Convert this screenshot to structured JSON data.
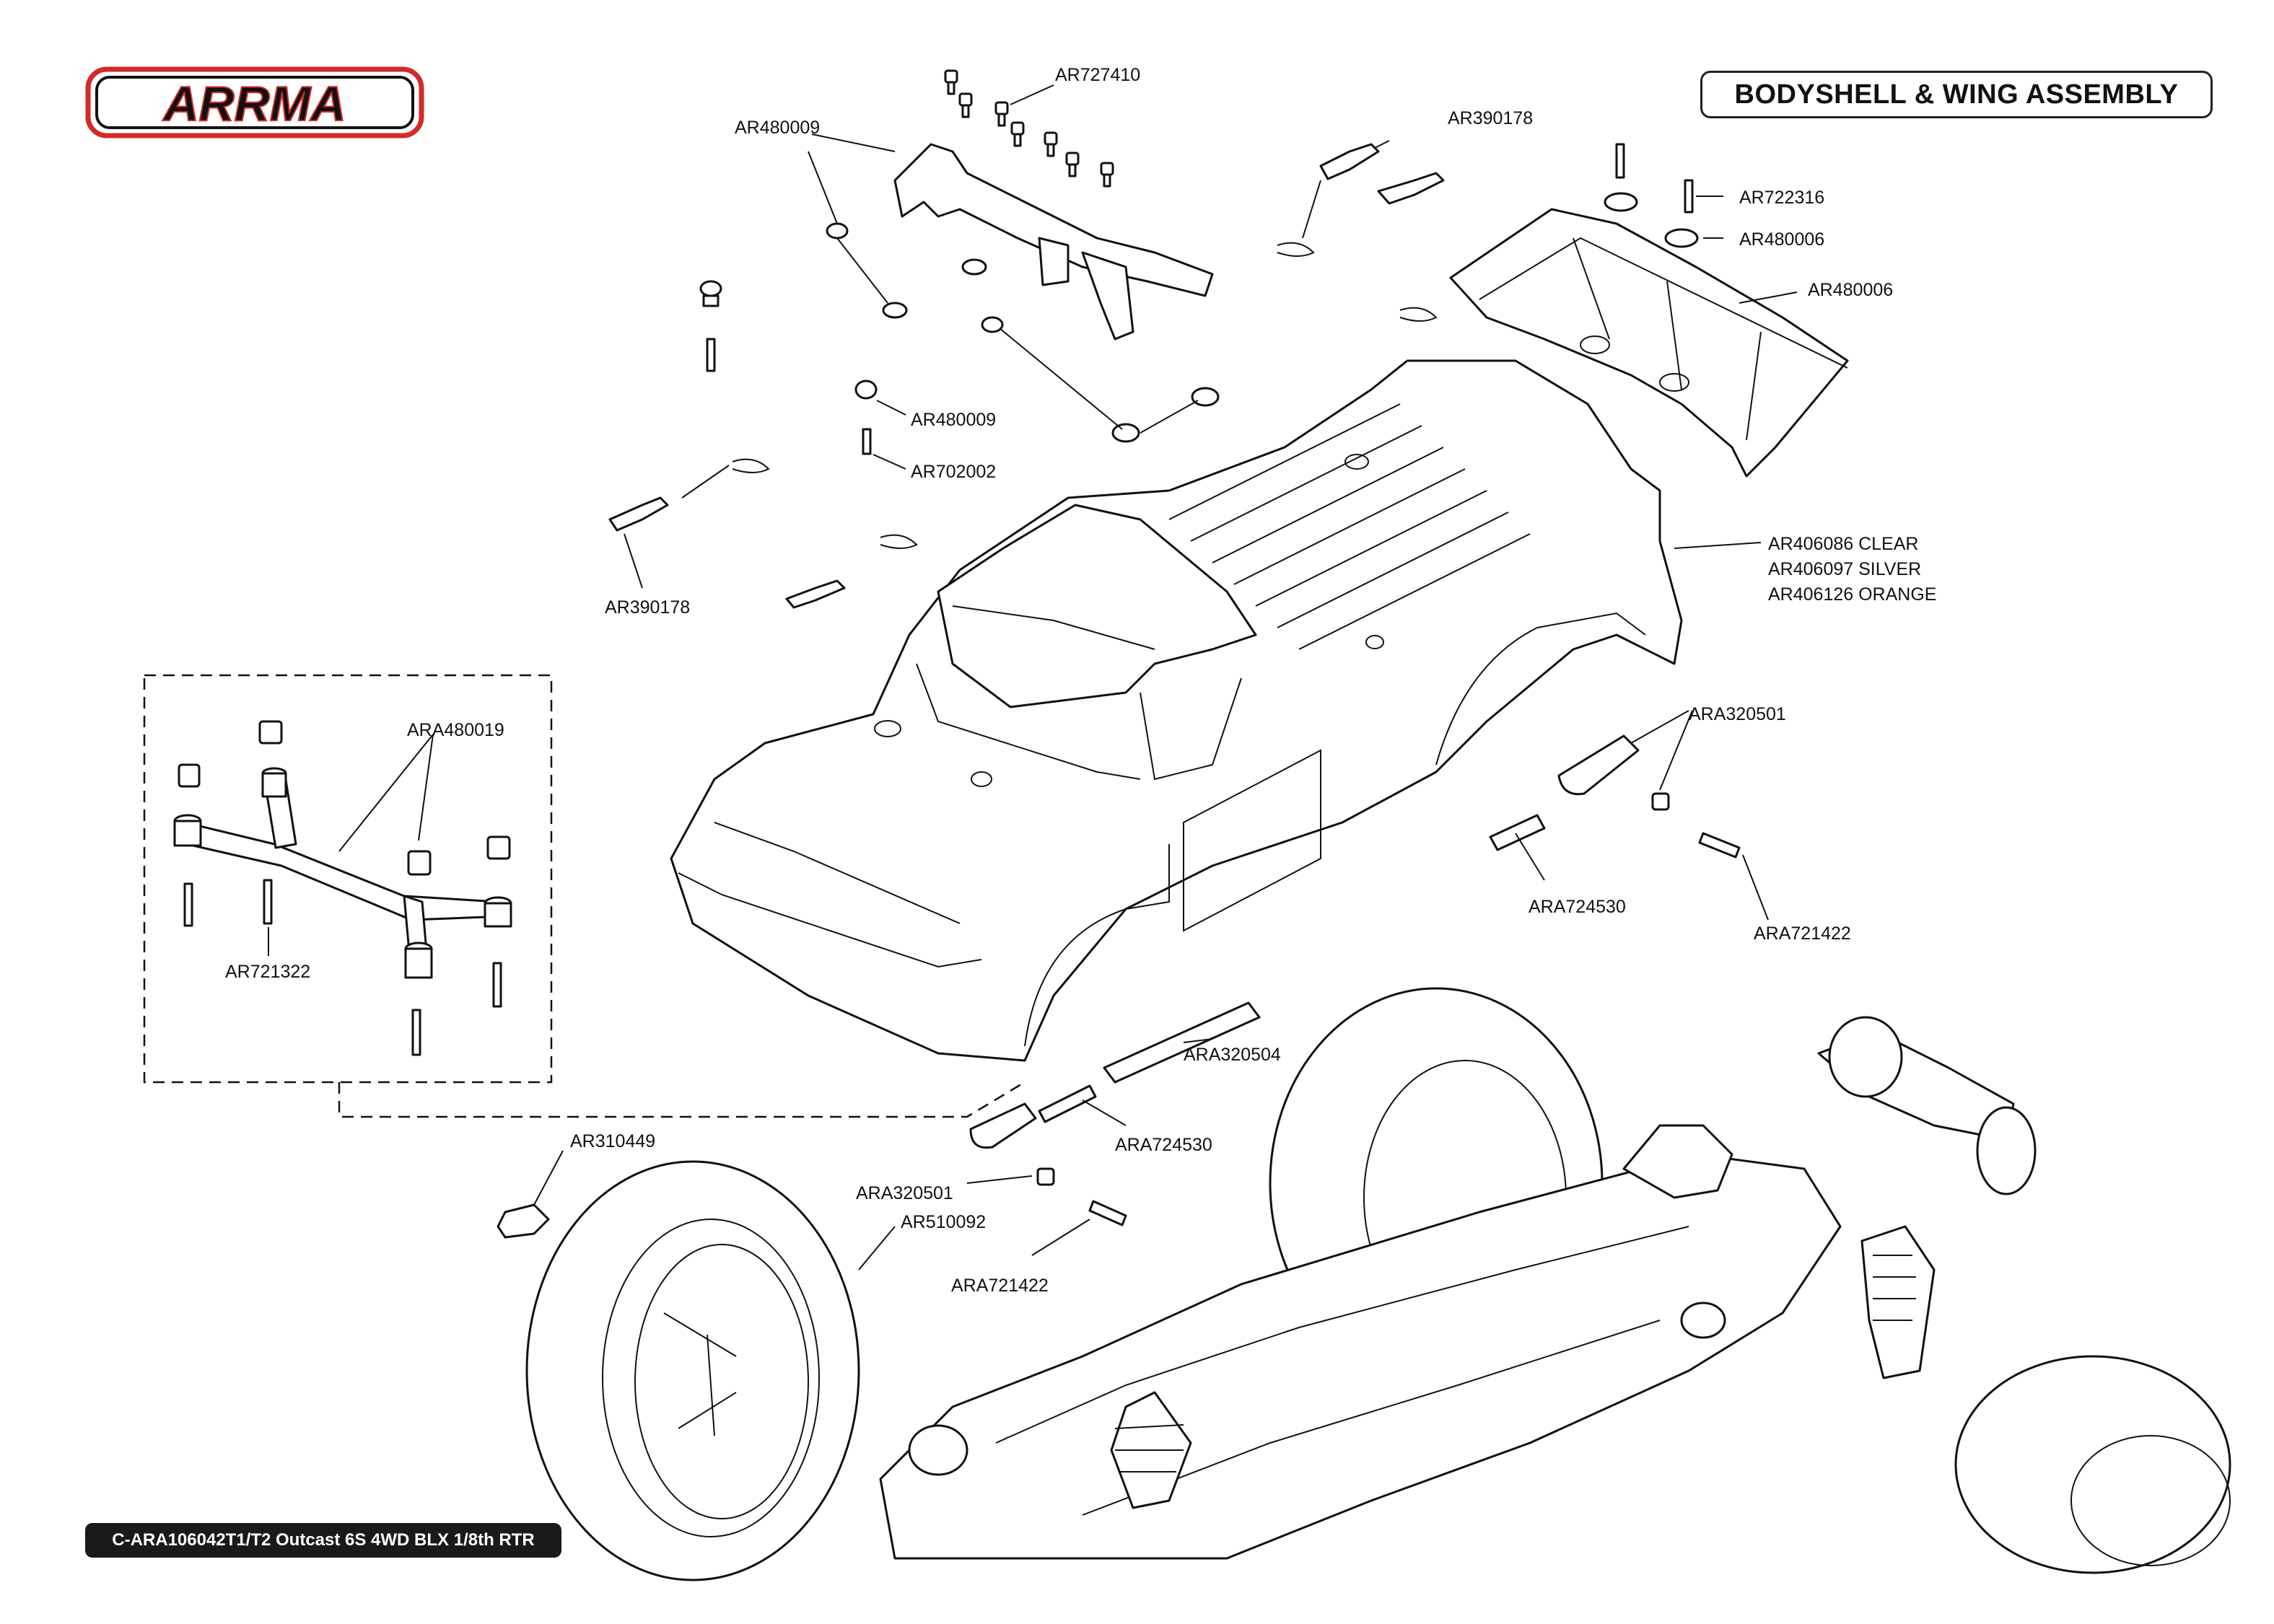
{
  "header": {
    "brand": "ARRMA",
    "title": "BODYSHELL & WING ASSEMBLY"
  },
  "footer": {
    "model": "C-ARA106042T1/T2 Outcast 6S 4WD BLX 1/8th RTR"
  },
  "parts": {
    "ar727410": "AR727410",
    "ar480009_top": "AR480009",
    "ar390178_top": "AR390178",
    "ar722316": "AR722316",
    "ar480006_a": "AR480006",
    "ar480006_b": "AR480006",
    "ar480009_mid": "AR480009",
    "ar702002": "AR702002",
    "ar390178_left": "AR390178",
    "body_clear": "AR406086  CLEAR",
    "body_silver": "AR406097  SILVER",
    "body_orange": "AR406126  ORANGE",
    "ara480019": "ARA480019",
    "ar721322": "AR721322",
    "ara320501_right": "ARA320501",
    "ara724530_right": "ARA724530",
    "ara721422_right": "ARA721422",
    "ara320504": "ARA320504",
    "ar310449": "AR310449",
    "ara320501_left": "ARA320501",
    "ara724530_left": "ARA724530",
    "ar510092": "AR510092",
    "ara721422_left": "ARA721422"
  }
}
